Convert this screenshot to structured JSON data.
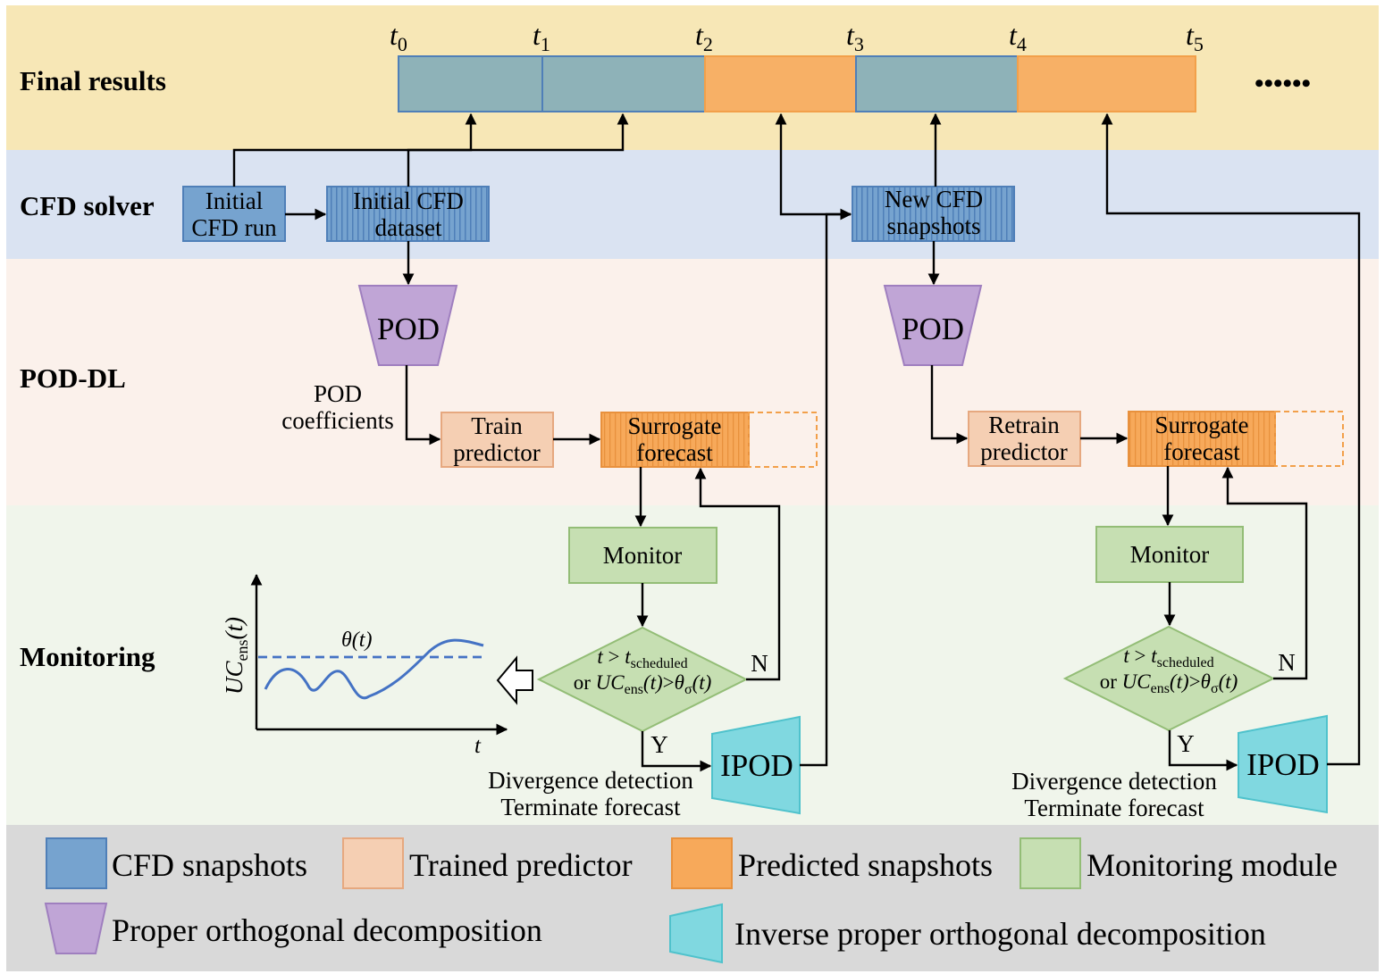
{
  "bands": {
    "final_results": "Final results",
    "cfd_solver": "CFD solver",
    "pod_dl": "POD-DL",
    "monitoring": "Monitoring"
  },
  "timeline": {
    "t_symbol": "t",
    "subscripts": [
      "0",
      "1",
      "2",
      "3",
      "4",
      "5"
    ],
    "ellipsis": "••••••"
  },
  "boxes": {
    "initial_cfd_run": [
      "Initial",
      "CFD run"
    ],
    "initial_cfd_dataset": [
      "Initial CFD",
      "dataset"
    ],
    "new_cfd_snapshots": [
      "New CFD",
      "snapshots"
    ],
    "pod": "POD",
    "pod_coefficients": [
      "POD",
      "coefficients"
    ],
    "train_predictor": [
      "Train",
      "predictor"
    ],
    "retrain_predictor": [
      "Retrain",
      "predictor"
    ],
    "surrogate_forecast": [
      "Surrogate",
      "forecast"
    ],
    "monitor": "Monitor",
    "ipod": "IPOD",
    "yes": "Y",
    "no": "N",
    "divergence_text": [
      "Divergence detection",
      "Terminate forecast"
    ]
  },
  "condition": {
    "t": "t",
    "gt": " > ",
    "scheduled": "scheduled",
    "or": "or ",
    "uc": "UC",
    "ens": "ens",
    "arg": "(t)",
    "theta": "θ",
    "sigma": "σ"
  },
  "plot": {
    "y_label_uc": "UC",
    "y_label_ens": "ens",
    "y_label_arg": "(t)",
    "threshold_label": "θ(t)",
    "x_label": "t"
  },
  "legend": [
    "CFD snapshots",
    "Trained predictor",
    "Predicted snapshots",
    "Monitoring module",
    "Proper orthogonal decomposition",
    "Inverse proper orthogonal decomposition"
  ],
  "colors": {
    "band_final": "#F7E7B6",
    "band_cfd": "#DAE3F2",
    "band_pod": "#FBF1EB",
    "band_monitor": "#F0F5EB",
    "band_legend": "#D9D9D9",
    "cfd_blue": "#76A3CF",
    "cfd_stripe": "#4F7FB8",
    "timeline_teal": "#8EB2B8",
    "predicted_orange": "#F7B066",
    "forecast_orange": "#F7A95A",
    "trained_peach": "#F5CFB3",
    "monitor_green": "#C6DFB2",
    "pod_purple": "#C0A5D6",
    "ipod_cyan": "#80D8E0",
    "curve_blue": "#4472C4"
  }
}
